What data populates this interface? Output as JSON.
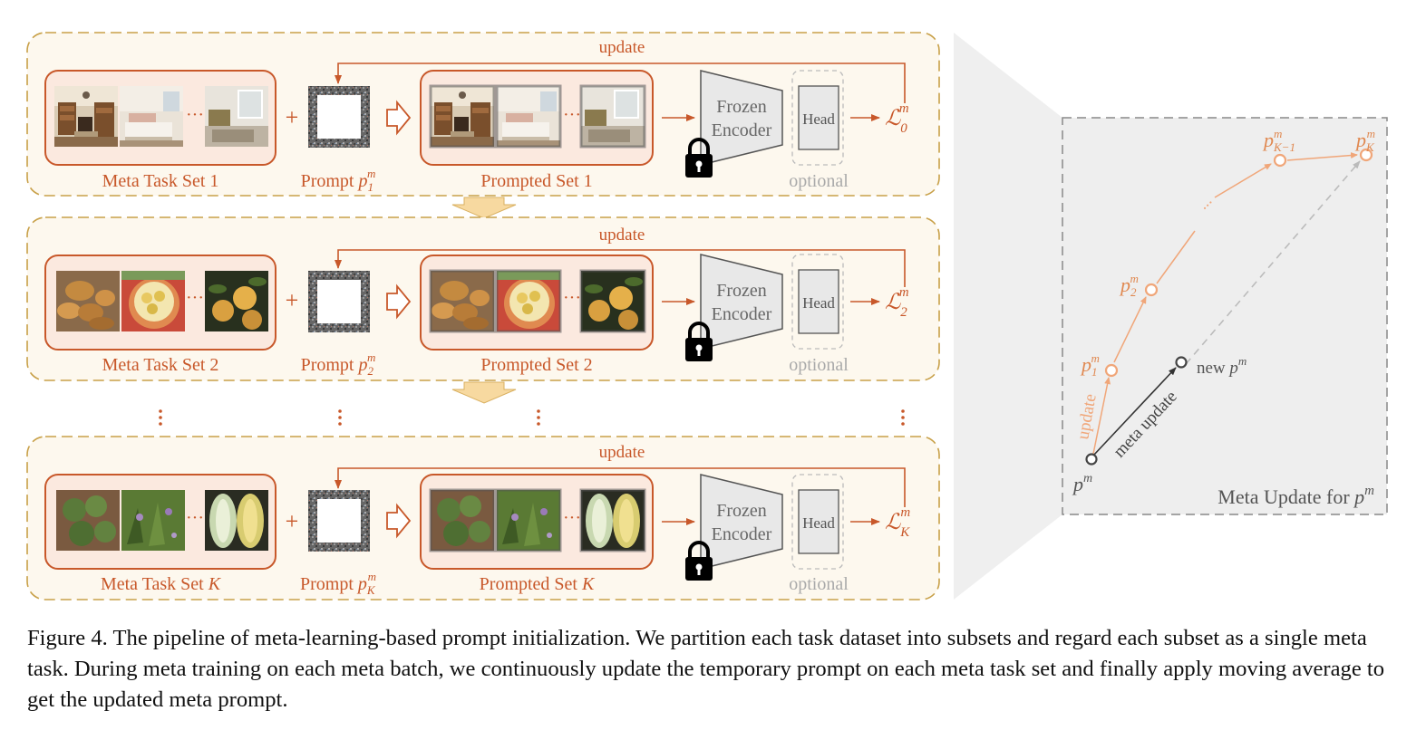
{
  "pipeline": {
    "update_label": "update",
    "plus": "+",
    "ellipsis": "···",
    "encoder_line1": "Frozen",
    "encoder_line2": "Encoder",
    "head_label": "Head",
    "optional_label": "optional",
    "rows": [
      {
        "meta_set": "Meta Task Set 1",
        "prompt": "Prompt",
        "prompt_sub": "1",
        "prompted_set": "Prompted Set 1",
        "loss_sub": "0"
      },
      {
        "meta_set": "Meta Task Set 2",
        "prompt": "Prompt",
        "prompt_sub": "2",
        "prompted_set": "Prompted Set 2",
        "loss_sub": "2"
      },
      {
        "meta_set": "Meta Task Set",
        "meta_set_var": "K",
        "prompt": "Prompt",
        "prompt_sub": "K",
        "prompted_set": "Prompted Set",
        "prompted_set_var": "K",
        "loss_sub": "K"
      }
    ]
  },
  "meta_update": {
    "title": "Meta Update for",
    "title_var": "p",
    "title_sup": "m",
    "p1_sub": "1",
    "p2_sub": "2",
    "pk1_sub": "K−1",
    "pk_sub": "K",
    "sup": "m",
    "base_var": "p",
    "new_prefix": "new",
    "update_label": "update",
    "meta_update_label": "meta update",
    "dots": "..."
  },
  "caption": "Figure 4. The pipeline of meta-learning-based prompt initialization. We partition each task dataset into subsets and regard each subset as a single meta task. During meta training on each meta batch, we continuously update the temporary prompt on each meta task set and finally apply moving average to get the updated meta prompt.",
  "colors": {
    "accent": "#c8582a",
    "light_accent": "#f0a679",
    "panel_fill": "#fdf8ee",
    "panel_border": "#c8a048",
    "subset_fill": "#fbe9df",
    "down_arrow": "#f7d9a0",
    "encoder_fill": "#e8e8e8",
    "meta_panel_fill": "#eeeeee",
    "meta_line": "#aaaaaa"
  },
  "icons": [
    "lock-icon",
    "hollow-arrow-icon",
    "down-arrow-icon",
    "prompt-frame-icon"
  ]
}
